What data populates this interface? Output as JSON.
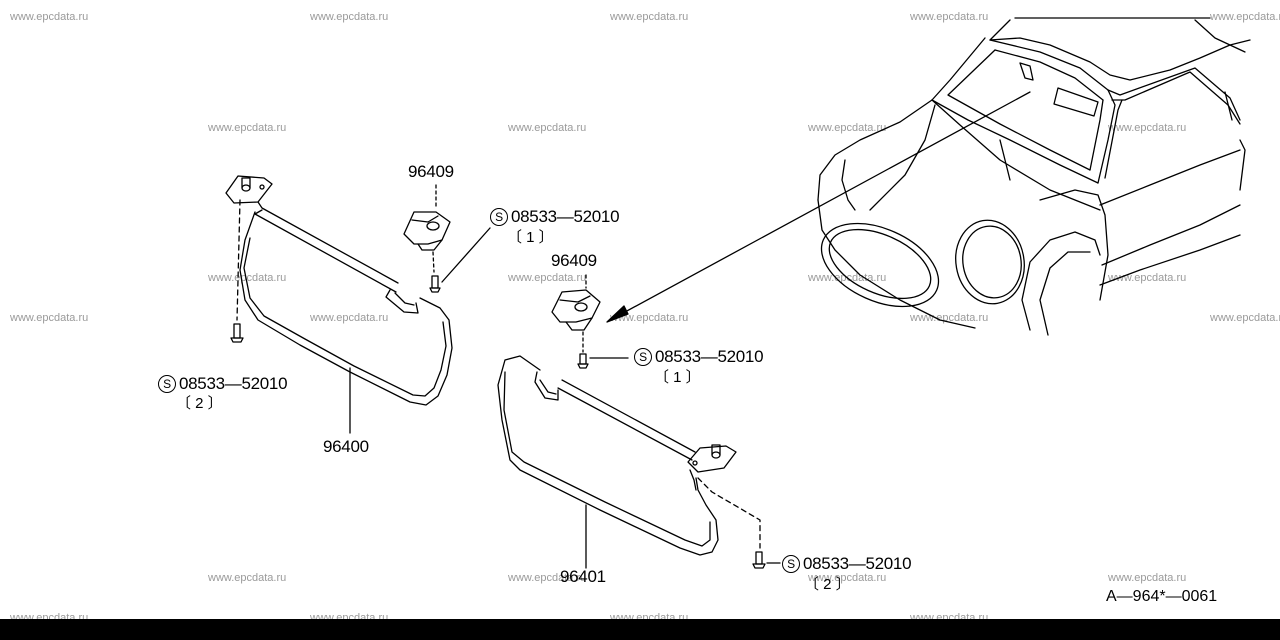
{
  "watermark": "www.epcdata.ru",
  "diagram_code": "A—964*—0061",
  "parts": {
    "visor_left": "96400",
    "visor_right": "96401",
    "holder_left": "96409",
    "holder_right": "96409"
  },
  "screws": {
    "symbol": "S",
    "holder_left": {
      "part": "08533—52010",
      "qty": "〔 1 〕"
    },
    "holder_right": {
      "part": "08533—52010",
      "qty": "〔 1 〕"
    },
    "visor_left": {
      "part": "08533—52010",
      "qty": "〔 2 〕"
    },
    "visor_right": {
      "part": "08533—52010",
      "qty": "〔 2 〕"
    }
  }
}
